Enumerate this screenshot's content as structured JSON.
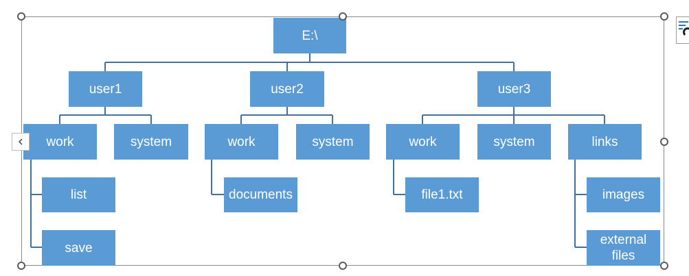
{
  "diagram": {
    "root": {
      "label": "E:\\"
    },
    "users": [
      {
        "label": "user1",
        "children": [
          {
            "label": "work",
            "children": [
              {
                "label": "list"
              },
              {
                "label": "save"
              }
            ]
          },
          {
            "label": "system"
          }
        ]
      },
      {
        "label": "user2",
        "children": [
          {
            "label": "work",
            "children": [
              {
                "label": "documents"
              }
            ]
          },
          {
            "label": "system"
          }
        ]
      },
      {
        "label": "user3",
        "children": [
          {
            "label": "work",
            "children": [
              {
                "label": "file1.txt"
              }
            ]
          },
          {
            "label": "system"
          },
          {
            "label": "links",
            "children": [
              {
                "label": "images"
              },
              {
                "label": "external\nfiles"
              }
            ]
          }
        ]
      }
    ]
  },
  "colors": {
    "node_fill": "#5b9bd5",
    "node_text": "#ffffff",
    "connector": "#41719c"
  },
  "controls": {
    "collapse_icon": "chevron-left-icon",
    "layout_icon": "layout-options-icon"
  }
}
